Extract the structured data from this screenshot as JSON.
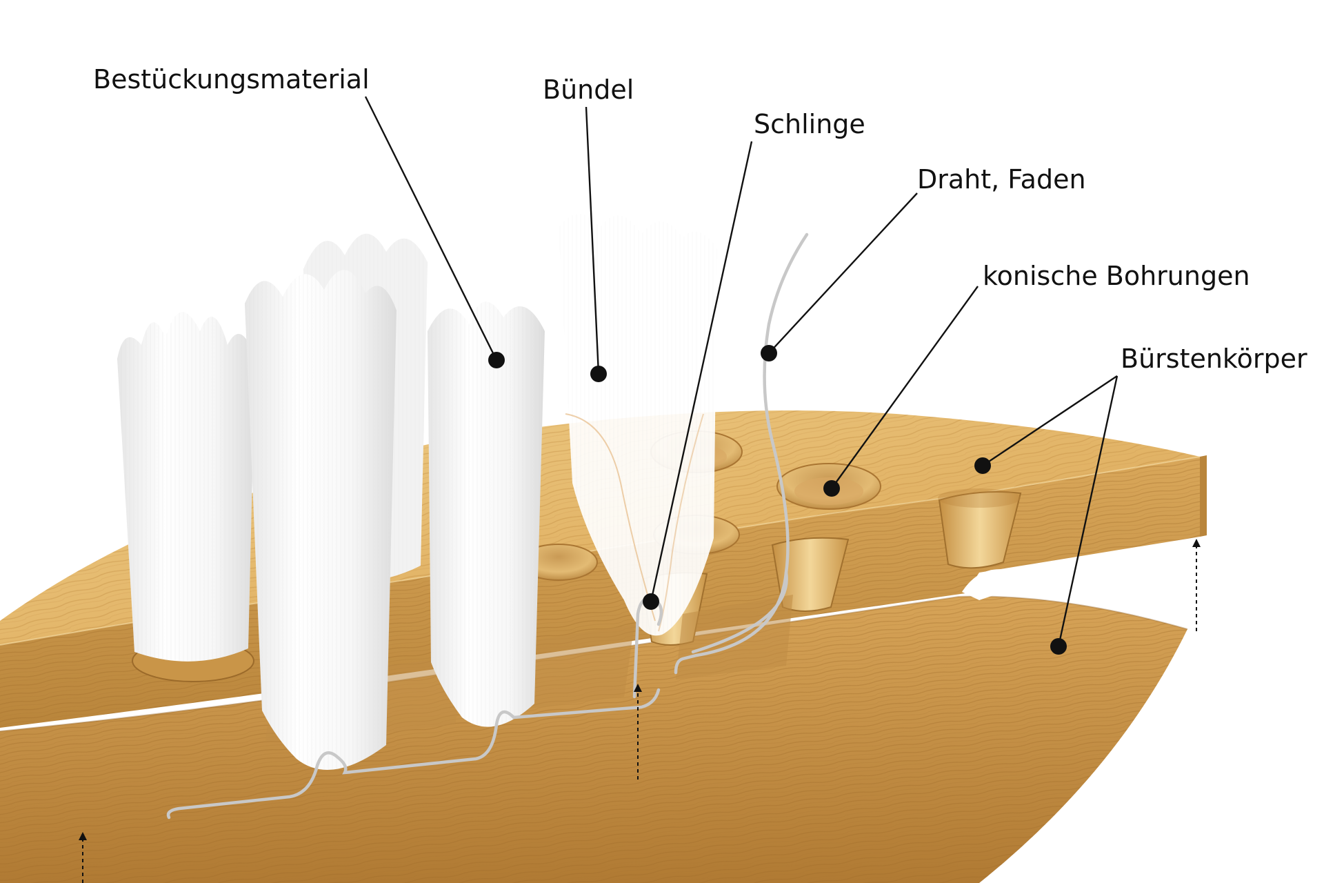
{
  "diagram": {
    "labels": {
      "bestueckungsmaterial": "Bestückungsmaterial",
      "buendel": "Bündel",
      "schlinge": "Schlinge",
      "draht_faden": "Draht, Faden",
      "konische_bohrungen": "konische Bohrungen",
      "buerstenkoerper": "Bürstenkörper"
    },
    "colors": {
      "wood_light": "#e9c37a",
      "wood_mid": "#d9a75a",
      "wood_dark": "#b9853b",
      "bristle": "#ffffff",
      "wire": "#c8c8c8",
      "line": "#111111"
    }
  }
}
